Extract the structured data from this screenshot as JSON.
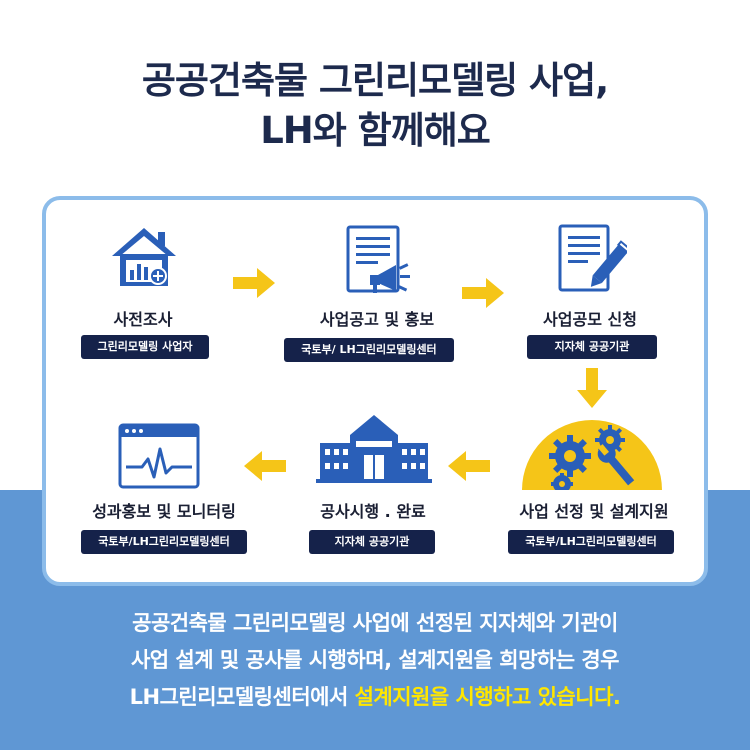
{
  "title": {
    "line1": "공공건축물 그린리모델링 사업,",
    "line2": "LH와 함께해요"
  },
  "colors": {
    "navy": "#15224a",
    "blue_icon": "#2a5fb8",
    "arrow_yellow": "#f5c518",
    "bottom_bg": "#5f97d4",
    "card_border": "#8cbcea",
    "highlight": "#ffe600"
  },
  "steps": [
    {
      "title": "사전조사",
      "tag": "그린리모델링 사업자",
      "icon": "house-chart-icon"
    },
    {
      "title": "사업공고 및 홍보",
      "tag": "국토부/ LH그린리모델링센터",
      "icon": "document-megaphone-icon"
    },
    {
      "title": "사업공모 신청",
      "tag": "지자체 공공기관",
      "icon": "document-pen-icon"
    },
    {
      "title": "사업 선정 및 설계지원",
      "tag": "국토부/LH그린리모델링센터",
      "icon": "gears-wrench-icon"
    },
    {
      "title": "공사시행 . 완료",
      "tag": "지자체 공공기관",
      "icon": "public-building-icon"
    },
    {
      "title": "성과홍보 및 모니터링",
      "tag": "국토부/LH그린리모델링센터",
      "icon": "monitor-pulse-icon"
    }
  ],
  "description": {
    "line1": "공공건축물 그린리모델링 사업에 선정된 지자체와 기관이",
    "line2": "사업 설계 및 공사를 시행하며, 설계지원을 희망하는 경우",
    "line3_plain_a": "LH그린리모델링센터에서 ",
    "line3_highlight_a": "설계지원",
    "line3_plain_b": "을 ",
    "line3_highlight_b": "시행하고 있습니다."
  }
}
